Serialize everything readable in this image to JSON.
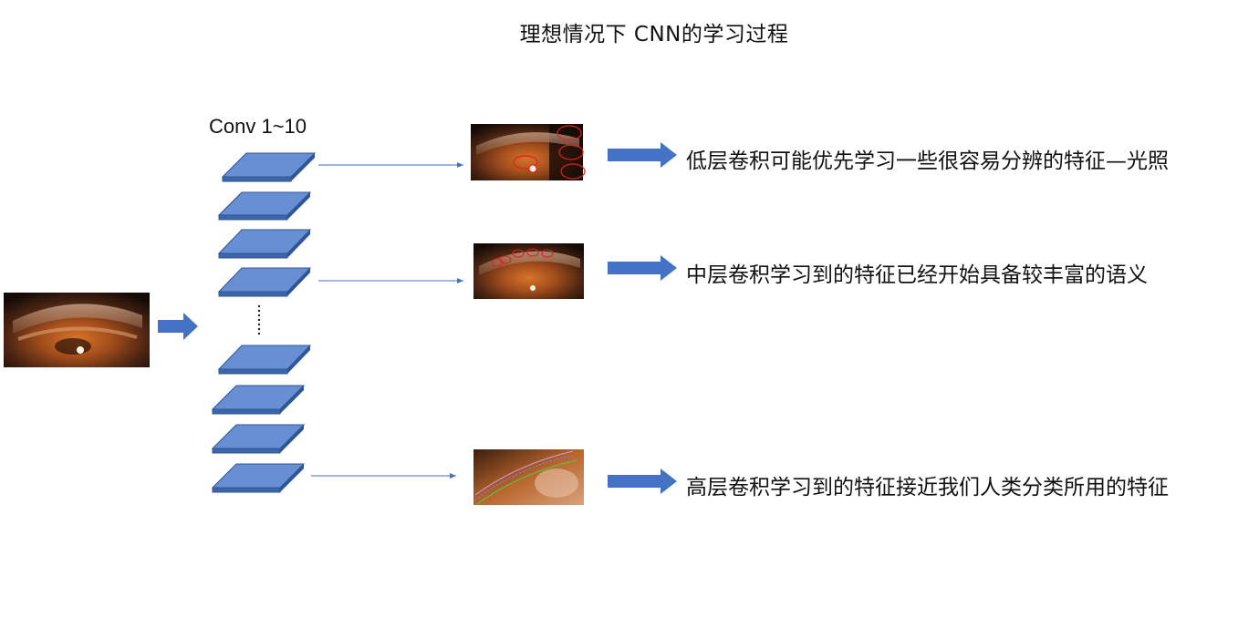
{
  "title": "理想情况下 CNN的学习过程",
  "conv_label": "Conv 1~10",
  "features": [
    {
      "text": "低层卷积可能优先学习一些很容易分辨的特征—光照"
    },
    {
      "text": "中层卷积学习到的特征已经开始具备较丰富的语义"
    },
    {
      "text": "高层卷积学习到的特征接近我们人类分类所用的特征"
    }
  ],
  "colors": {
    "layer_fill": "#5b87c9",
    "layer_top": "#6690d3",
    "layer_edge": "#2f5597",
    "arrow": "#4472c4",
    "circle": "#e02020"
  }
}
